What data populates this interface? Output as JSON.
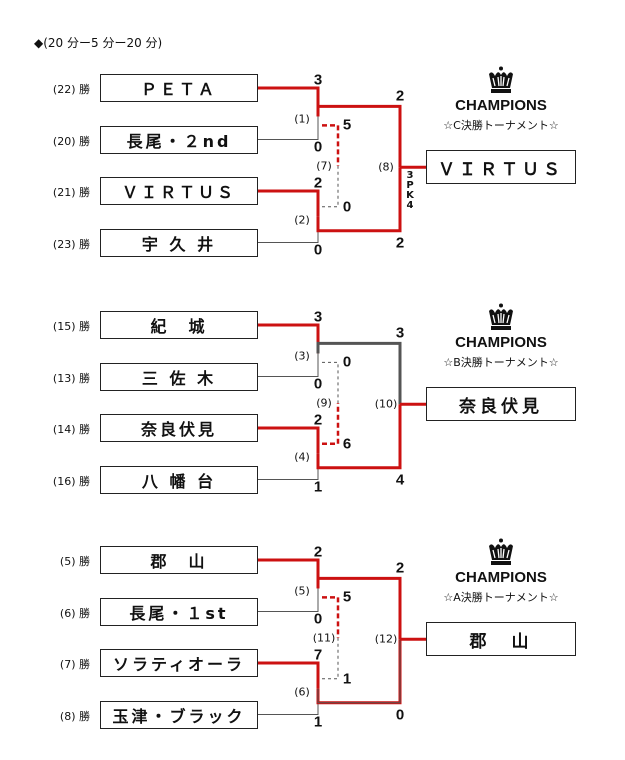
{
  "note": "◆(20 分ー5 分ー20 分)",
  "brackets": [
    {
      "champions_title": "CHAMPIONS",
      "subtitle": "☆C決勝トーナメント☆",
      "winner": "ＶＩＲＴＵＳ",
      "final_match": "(8)",
      "final_scores": [
        "2",
        "2"
      ],
      "pk_note": [
        "3",
        "P",
        "K",
        "4"
      ],
      "semifinals": [
        {
          "match": "(1)",
          "scores": [
            "3",
            "0"
          ]
        },
        {
          "match": "(2)",
          "scores": [
            "2",
            "0"
          ]
        }
      ],
      "third_place": {
        "match": "(7)",
        "scores": [
          "5",
          "0"
        ]
      },
      "teams": [
        {
          "seed": "(22) 勝",
          "name": "ＰＥＴＡ"
        },
        {
          "seed": "(20) 勝",
          "name": "長尾・２nd"
        },
        {
          "seed": "(21) 勝",
          "name": "ＶＩＲＴＵＳ"
        },
        {
          "seed": "(23) 勝",
          "name": "宇 久 井"
        }
      ]
    },
    {
      "champions_title": "CHAMPIONS",
      "subtitle": "☆B決勝トーナメント☆",
      "winner": "奈良伏見",
      "final_match": "(10)",
      "final_scores": [
        "3",
        "4"
      ],
      "semifinals": [
        {
          "match": "(3)",
          "scores": [
            "3",
            "0"
          ]
        },
        {
          "match": "(4)",
          "scores": [
            "2",
            "1"
          ]
        }
      ],
      "third_place": {
        "match": "(9)",
        "scores": [
          "0",
          "6"
        ]
      },
      "teams": [
        {
          "seed": "(15) 勝",
          "name": "紀　城"
        },
        {
          "seed": "(13) 勝",
          "name": "三 佐 木"
        },
        {
          "seed": "(14) 勝",
          "name": "奈良伏見"
        },
        {
          "seed": "(16) 勝",
          "name": "八 幡 台"
        }
      ]
    },
    {
      "champions_title": "CHAMPIONS",
      "subtitle": "☆A決勝トーナメント☆",
      "winner": "郡　山",
      "final_match": "(12)",
      "final_scores": [
        "2",
        "0"
      ],
      "semifinals": [
        {
          "match": "(5)",
          "scores": [
            "2",
            "0"
          ]
        },
        {
          "match": "(6)",
          "scores": [
            "7",
            "1"
          ]
        }
      ],
      "third_place": {
        "match": "(11)",
        "scores": [
          "5",
          "1"
        ]
      },
      "teams": [
        {
          "seed": "(5) 勝",
          "name": "郡　山"
        },
        {
          "seed": "(6) 勝",
          "name": "長尾・１st"
        },
        {
          "seed": "(7) 勝",
          "name": "ソラティオーラ"
        },
        {
          "seed": "(8) 勝",
          "name": "玉津・ブラック"
        }
      ]
    }
  ],
  "colors": {
    "win": "#cc1111",
    "line": "#555555",
    "text": "#111111"
  }
}
